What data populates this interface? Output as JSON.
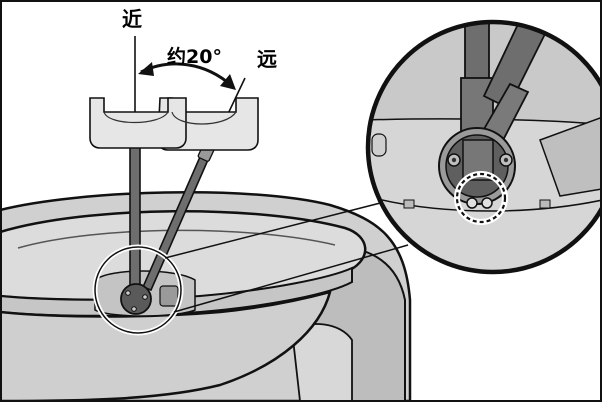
{
  "labels": {
    "near": "近",
    "far": "远",
    "angle": "约20°"
  },
  "colors": {
    "outline": "#111111",
    "body_fill": "#d9d9d9",
    "body_shadow": "#b5b5b5",
    "panel_fill": "#ececec",
    "rod_fill": "#6e6e6e",
    "detail_circle_fill": "#c9c9c9",
    "background": "#ffffff"
  }
}
